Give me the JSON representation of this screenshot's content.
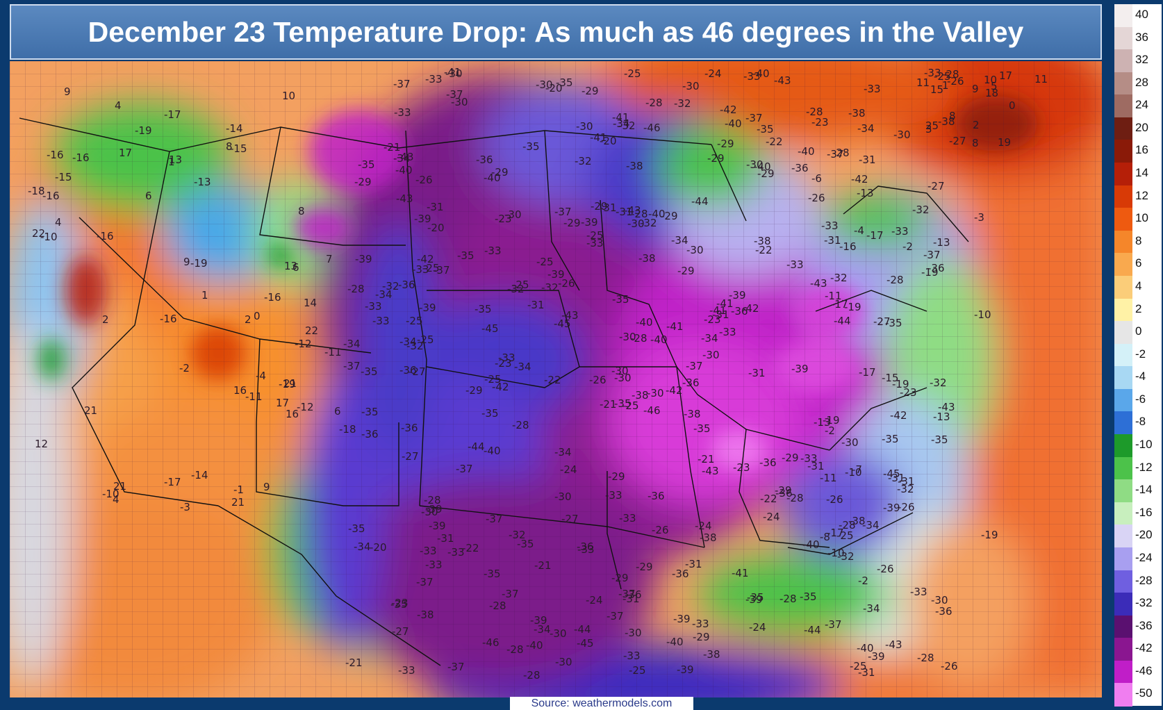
{
  "title": "December 23 Temperature Drop: As much as 46 degrees in the Valley",
  "source": "Source: weathermodels.com",
  "legend": {
    "values": [
      "40",
      "36",
      "32",
      "28",
      "24",
      "20",
      "16",
      "14",
      "12",
      "10",
      "8",
      "6",
      "4",
      "2",
      "0",
      "-2",
      "-4",
      "-6",
      "-8",
      "-10",
      "-12",
      "-14",
      "-16",
      "-20",
      "-24",
      "-28",
      "-32",
      "-36",
      "-42",
      "-46",
      "-50"
    ],
    "colors": [
      "#f3eeee",
      "#e4d6d6",
      "#cdb2b2",
      "#b58d86",
      "#9e6b62",
      "#6e1e12",
      "#8a1a08",
      "#b51f08",
      "#d83a06",
      "#ee5a10",
      "#f5862a",
      "#f9a94e",
      "#fbcd79",
      "#fff2a6",
      "#e6e6e6",
      "#d4f1f8",
      "#a8d8f3",
      "#5aa7ea",
      "#2d6fd6",
      "#1d9a2a",
      "#4cc24a",
      "#8fdc84",
      "#c8efbe",
      "#d9d4f5",
      "#a89ff0",
      "#6f5fe0",
      "#3b2cb8",
      "#5a1070",
      "#8a1690",
      "#c01ec8",
      "#f07ef0"
    ]
  },
  "map_labels": [
    {
      "t": "-46"
    },
    {
      "t": "-39"
    },
    {
      "t": "-30"
    },
    {
      "t": "-23"
    },
    {
      "t": "-23"
    },
    {
      "t": "-35"
    },
    {
      "t": "-37"
    },
    {
      "t": "-40"
    },
    {
      "t": "-40"
    },
    {
      "t": "-37"
    },
    {
      "t": "-30"
    },
    {
      "t": "-28"
    },
    {
      "t": "-25"
    },
    {
      "t": "-27"
    },
    {
      "t": "-21"
    },
    {
      "t": "-38"
    },
    {
      "t": "-37"
    },
    {
      "t": "-31"
    },
    {
      "t": "-29"
    },
    {
      "t": "-31"
    },
    {
      "t": "-26"
    },
    {
      "t": "-27"
    },
    {
      "t": "-28"
    },
    {
      "t": "-28"
    },
    {
      "t": "-31"
    },
    {
      "t": "-31"
    },
    {
      "t": "-31"
    },
    {
      "t": "-32"
    },
    {
      "t": "-33"
    },
    {
      "t": "-36"
    },
    {
      "t": "-36"
    },
    {
      "t": "-30"
    },
    {
      "t": "-29"
    },
    {
      "t": "-30"
    },
    {
      "t": "-30"
    },
    {
      "t": "-40"
    },
    {
      "t": "-32"
    },
    {
      "t": "-39"
    },
    {
      "t": "-33"
    },
    {
      "t": "-33"
    },
    {
      "t": "-30"
    },
    {
      "t": "-32"
    },
    {
      "t": "-35"
    },
    {
      "t": "-24"
    },
    {
      "t": "-28"
    },
    {
      "t": "-28"
    },
    {
      "t": "-34"
    },
    {
      "t": "-33"
    },
    {
      "t": "-31"
    },
    {
      "t": "-30"
    },
    {
      "t": "-33"
    },
    {
      "t": "-33"
    },
    {
      "t": "-35"
    },
    {
      "t": "-36"
    },
    {
      "t": "-35"
    },
    {
      "t": "-35"
    },
    {
      "t": "-37"
    },
    {
      "t": "-37"
    },
    {
      "t": "-36"
    },
    {
      "t": "-31"
    },
    {
      "t": "-28"
    },
    {
      "t": "-34"
    },
    {
      "t": "-32"
    },
    {
      "t": "-33"
    },
    {
      "t": "-37"
    },
    {
      "t": "-41"
    },
    {
      "t": "-40"
    },
    {
      "t": "-41"
    },
    {
      "t": "-40"
    },
    {
      "t": "-35"
    },
    {
      "t": "-33"
    },
    {
      "t": "-30"
    },
    {
      "t": "-29"
    },
    {
      "t": "-32"
    },
    {
      "t": "-35"
    },
    {
      "t": "-33"
    },
    {
      "t": "-35"
    },
    {
      "t": "-36"
    },
    {
      "t": "-35"
    },
    {
      "t": "-39"
    },
    {
      "t": "-41"
    },
    {
      "t": "-38"
    },
    {
      "t": "-31"
    },
    {
      "t": "-31"
    },
    {
      "t": "-33"
    },
    {
      "t": "-35"
    },
    {
      "t": "-36"
    },
    {
      "t": "-37"
    },
    {
      "t": "-39"
    },
    {
      "t": "-41"
    },
    {
      "t": "-41"
    },
    {
      "t": "-43"
    },
    {
      "t": "-42"
    },
    {
      "t": "-40"
    },
    {
      "t": "-40"
    },
    {
      "t": "-39"
    },
    {
      "t": "-34"
    },
    {
      "t": "-25"
    },
    {
      "t": "-30"
    },
    {
      "t": "-29"
    },
    {
      "t": "-29"
    },
    {
      "t": "-30"
    },
    {
      "t": "-32"
    },
    {
      "t": "-33"
    },
    {
      "t": "-37"
    },
    {
      "t": "-37"
    },
    {
      "t": "-39"
    },
    {
      "t": "-41"
    },
    {
      "t": "-42"
    },
    {
      "t": "-45"
    },
    {
      "t": "-42"
    },
    {
      "t": "-40"
    },
    {
      "t": "-32"
    },
    {
      "t": "-26"
    },
    {
      "t": "-20"
    },
    {
      "t": "-11"
    },
    {
      "t": "-25"
    },
    {
      "t": "-30"
    },
    {
      "t": "-29"
    },
    {
      "t": "-29"
    },
    {
      "t": "-30"
    },
    {
      "t": "-33"
    },
    {
      "t": "-34"
    },
    {
      "t": "-37"
    },
    {
      "t": "-39"
    },
    {
      "t": "-40"
    },
    {
      "t": "-43"
    },
    {
      "t": "-45"
    },
    {
      "t": "-44"
    },
    {
      "t": "-43"
    },
    {
      "t": "-39"
    },
    {
      "t": "-38"
    },
    {
      "t": "-25"
    },
    {
      "t": "-17"
    },
    {
      "t": "-11"
    },
    {
      "t": "-26"
    },
    {
      "t": "-28"
    },
    {
      "t": "-28"
    },
    {
      "t": "-35"
    },
    {
      "t": "-39"
    },
    {
      "t": "-38"
    },
    {
      "t": "-39"
    },
    {
      "t": "-38"
    },
    {
      "t": "-42"
    },
    {
      "t": "-41"
    },
    {
      "t": "-43"
    },
    {
      "t": "-44"
    },
    {
      "t": "-44"
    },
    {
      "t": "-37"
    },
    {
      "t": "-34"
    },
    {
      "t": "-28"
    },
    {
      "t": "-23"
    },
    {
      "t": "-10"
    },
    {
      "t": "-30"
    },
    {
      "t": "-30"
    },
    {
      "t": "-32"
    },
    {
      "t": "-38"
    },
    {
      "t": "-38"
    },
    {
      "t": "-42"
    },
    {
      "t": "-44"
    },
    {
      "t": "-43"
    },
    {
      "t": "-46"
    },
    {
      "t": "-37"
    },
    {
      "t": "-25"
    },
    {
      "t": "-14"
    },
    {
      "t": "-11"
    },
    {
      "t": "-29"
    },
    {
      "t": "-30"
    },
    {
      "t": "-30"
    },
    {
      "t": "-31"
    },
    {
      "t": "-34"
    },
    {
      "t": "-33"
    },
    {
      "t": "-39"
    },
    {
      "t": "-42"
    },
    {
      "t": "-39"
    },
    {
      "t": "-40"
    },
    {
      "t": "-29"
    },
    {
      "t": "-22"
    },
    {
      "t": "-18"
    },
    {
      "t": "-17"
    },
    {
      "t": "-16"
    },
    {
      "t": "-30"
    },
    {
      "t": "-40"
    },
    {
      "t": "-36"
    },
    {
      "t": "-34"
    },
    {
      "t": "-37"
    },
    {
      "t": "-33"
    },
    {
      "t": "-25"
    },
    {
      "t": "-21"
    },
    {
      "t": "-19"
    },
    {
      "t": "-31"
    },
    {
      "t": "-27"
    },
    {
      "t": "-30"
    },
    {
      "t": "-33"
    },
    {
      "t": "-33"
    },
    {
      "t": "-36"
    },
    {
      "t": "-27"
    },
    {
      "t": "-31"
    },
    {
      "t": "-19"
    },
    {
      "t": "-10"
    },
    {
      "t": "-32"
    },
    {
      "t": "-28"
    },
    {
      "t": "-33"
    },
    {
      "t": "-34"
    },
    {
      "t": "-33"
    },
    {
      "t": "-35"
    },
    {
      "t": "-35"
    },
    {
      "t": "-34"
    },
    {
      "t": "-33"
    },
    {
      "t": "-23"
    },
    {
      "t": "-18"
    },
    {
      "t": "-32"
    },
    {
      "t": "-31"
    },
    {
      "t": "-32"
    },
    {
      "t": "-27"
    },
    {
      "t": "-33"
    },
    {
      "t": "-33"
    },
    {
      "t": "-35"
    },
    {
      "t": "-34"
    },
    {
      "t": "-34"
    },
    {
      "t": "-30"
    },
    {
      "t": "-29"
    },
    {
      "t": "-21"
    },
    {
      "t": "-19"
    },
    {
      "t": "-10"
    },
    {
      "t": "-7"
    },
    {
      "t": "-36"
    },
    {
      "t": "-34"
    },
    {
      "t": "-33"
    },
    {
      "t": "-35"
    },
    {
      "t": "-33"
    },
    {
      "t": "-29"
    },
    {
      "t": "-28"
    },
    {
      "t": "-6"
    },
    {
      "t": "-35"
    },
    {
      "t": "-29"
    },
    {
      "t": "-33"
    },
    {
      "t": "-36"
    },
    {
      "t": "-35"
    },
    {
      "t": "-29"
    },
    {
      "t": "-37"
    },
    {
      "t": "-45"
    },
    {
      "t": "-43"
    },
    {
      "t": "-25"
    },
    {
      "t": "-26"
    },
    {
      "t": "-38"
    },
    {
      "t": "-36"
    },
    {
      "t": "-40"
    },
    {
      "t": "-22"
    },
    {
      "t": "-32"
    },
    {
      "t": "-39"
    },
    {
      "t": "-34"
    },
    {
      "t": "-33"
    },
    {
      "t": "-25"
    },
    {
      "t": "-25"
    },
    {
      "t": "-26"
    },
    {
      "t": "-30"
    },
    {
      "t": "-31"
    },
    {
      "t": "-30"
    },
    {
      "t": "-28"
    },
    {
      "t": "-12"
    },
    {
      "t": "-13"
    },
    {
      "t": "-20"
    },
    {
      "t": "-27"
    },
    {
      "t": "-28"
    },
    {
      "t": "-32"
    },
    {
      "t": "-29"
    },
    {
      "t": "-29"
    },
    {
      "t": "-16"
    },
    {
      "t": "-17"
    },
    {
      "t": "-19"
    },
    {
      "t": "-13"
    },
    {
      "t": "-16"
    },
    {
      "t": "-36"
    },
    {
      "t": "-22"
    },
    {
      "t": "-19"
    },
    {
      "t": "-40"
    },
    {
      "t": "-15"
    },
    {
      "t": "-15"
    },
    {
      "t": "-23"
    },
    {
      "t": "-23"
    },
    {
      "t": "-21"
    },
    {
      "t": "-23"
    },
    {
      "t": "-22"
    },
    {
      "t": "-28"
    },
    {
      "t": "-24"
    },
    {
      "t": "-24"
    },
    {
      "t": "-26"
    },
    {
      "t": "-24"
    },
    {
      "t": "-28"
    },
    {
      "t": "-28"
    },
    {
      "t": "-27"
    },
    {
      "t": "-26"
    },
    {
      "t": "-13"
    },
    {
      "t": "-31"
    },
    {
      "t": "-24"
    },
    {
      "t": "-15"
    },
    {
      "t": "-28"
    },
    {
      "t": "-37"
    },
    {
      "t": "-32"
    },
    {
      "t": "-38"
    },
    {
      "t": "-35"
    },
    {
      "t": "-36"
    },
    {
      "t": "-33"
    },
    {
      "t": "-40"
    },
    {
      "t": "-44"
    },
    {
      "t": "-42"
    },
    {
      "t": "-37"
    },
    {
      "t": "-36"
    },
    {
      "t": "-43"
    },
    {
      "t": "-35"
    },
    {
      "t": "-26"
    },
    {
      "t": "-25"
    },
    {
      "t": "-24"
    },
    {
      "t": "-46"
    },
    {
      "t": "-43"
    },
    {
      "t": "-39"
    },
    {
      "t": "-36"
    },
    {
      "t": "-38"
    },
    {
      "t": "-38"
    },
    {
      "t": "-20"
    },
    {
      "t": "-21"
    },
    {
      "t": "-17"
    },
    {
      "t": "-16"
    },
    {
      "t": "-19"
    },
    {
      "t": "16"
    },
    {
      "t": "21"
    },
    {
      "t": "25"
    },
    {
      "t": "21"
    },
    {
      "t": "21"
    },
    {
      "t": "19"
    },
    {
      "t": "21"
    },
    {
      "t": "22"
    },
    {
      "t": "18"
    },
    {
      "t": "22"
    },
    {
      "t": "17"
    },
    {
      "t": "15"
    },
    {
      "t": "16"
    },
    {
      "t": "17"
    },
    {
      "t": "17"
    },
    {
      "t": "14"
    },
    {
      "t": "13"
    },
    {
      "t": "10"
    },
    {
      "t": "8"
    },
    {
      "t": "0"
    },
    {
      "t": "3"
    },
    {
      "t": "7"
    },
    {
      "t": "6"
    },
    {
      "t": "5"
    },
    {
      "t": "13"
    },
    {
      "t": "9"
    },
    {
      "t": "8"
    },
    {
      "t": "9"
    },
    {
      "t": "12"
    },
    {
      "t": "11"
    },
    {
      "t": "9"
    },
    {
      "t": "10"
    },
    {
      "t": "9"
    },
    {
      "t": "6"
    },
    {
      "t": "4"
    },
    {
      "t": "8"
    },
    {
      "t": "1"
    },
    {
      "t": "4"
    },
    {
      "t": "0"
    },
    {
      "t": "2"
    },
    {
      "t": "2"
    },
    {
      "t": "1"
    },
    {
      "t": "6"
    },
    {
      "t": "8"
    },
    {
      "t": "11"
    },
    {
      "t": "4"
    },
    {
      "t": "1"
    },
    {
      "t": "2"
    },
    {
      "t": "-2"
    },
    {
      "t": "-3"
    },
    {
      "t": "-3"
    },
    {
      "t": "-4"
    },
    {
      "t": "-8"
    },
    {
      "t": "-11"
    },
    {
      "t": "-10"
    },
    {
      "t": "-13"
    },
    {
      "t": "-17"
    },
    {
      "t": "-16"
    },
    {
      "t": "-19"
    },
    {
      "t": "-14"
    },
    {
      "t": "-25"
    },
    {
      "t": "-16"
    },
    {
      "t": "-4"
    },
    {
      "t": "-2"
    },
    {
      "t": "-2"
    },
    {
      "t": "-1"
    },
    {
      "t": "-2"
    },
    {
      "t": "-12"
    },
    {
      "t": "-13"
    },
    {
      "t": "-20"
    },
    {
      "t": "-22"
    },
    {
      "t": "-16"
    },
    {
      "t": "-19"
    },
    {
      "t": "-17"
    },
    {
      "t": "-10"
    },
    {
      "t": "-26"
    },
    {
      "t": "-36"
    },
    {
      "t": "-43"
    },
    {
      "t": "-45"
    },
    {
      "t": "-35"
    },
    {
      "t": "-39"
    },
    {
      "t": "-35"
    },
    {
      "t": "-37"
    },
    {
      "t": "-29"
    },
    {
      "t": "-29"
    },
    {
      "t": "-34"
    },
    {
      "t": "-25"
    },
    {
      "t": "-25"
    },
    {
      "t": "-26"
    },
    {
      "t": "-30"
    }
  ]
}
